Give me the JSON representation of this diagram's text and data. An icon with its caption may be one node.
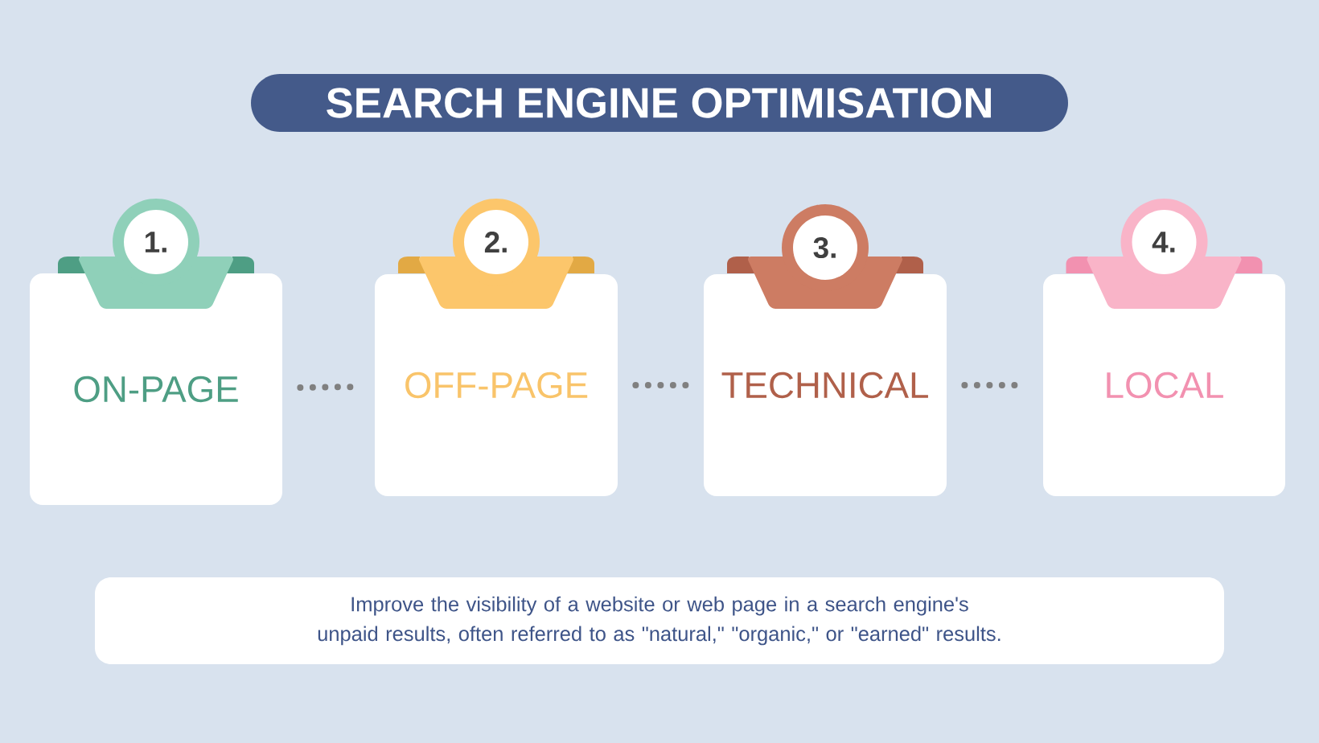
{
  "diagram": {
    "title": "SEARCH ENGINE OPTIMISATION",
    "nodes": [
      {
        "text": [
          "ON-PAGE"
        ]
      },
      {
        "text": [
          "1."
        ]
      },
      {
        "text": [
          "OFF-PAGE"
        ]
      },
      {
        "text": [
          "2."
        ]
      },
      {
        "text": [
          "TECHNICAL"
        ]
      },
      {
        "text": [
          "3."
        ]
      },
      {
        "text": [
          "LOCAL"
        ]
      },
      {
        "text": [
          "4."
        ]
      },
      {
        "text": [
          "Improve the visibility of a website or web page in a search engine's unpaid results, often referred to as \"natural,\" \"organic,\" or \"earned\" results."
        ]
      }
    ],
    "edges": [
      {
        "from": 0,
        "to": 2,
        "arrow": "none",
        "style": "dashed"
      },
      {
        "from": 2,
        "to": 4,
        "arrow": "none",
        "style": "dashed"
      },
      {
        "from": 4,
        "to": 6,
        "arrow": "none",
        "style": "dashed"
      }
    ]
  }
}
